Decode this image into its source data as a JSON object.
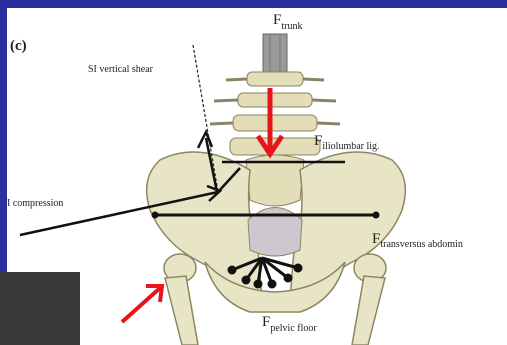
{
  "panel_label": "(c)",
  "labels": {
    "si_vertical_shear": "SI vertical shear",
    "si_compression": "I compression",
    "f_trunk_main": "F",
    "f_trunk_sub": "trunk",
    "f_iliolumbar_main": "F",
    "f_iliolumbar_sub": "iliolumbar lig.",
    "f_transversus_main": "F",
    "f_transversus_sub": "transversus abdomin",
    "f_pelvic_floor_main": "F",
    "f_pelvic_floor_sub": "pelvic floor"
  },
  "colors": {
    "background": "#2a2f9e",
    "panel": "#ffffff",
    "bone": "#e8e4c6",
    "force_arrow": "#e8141b",
    "line": "#111111"
  }
}
